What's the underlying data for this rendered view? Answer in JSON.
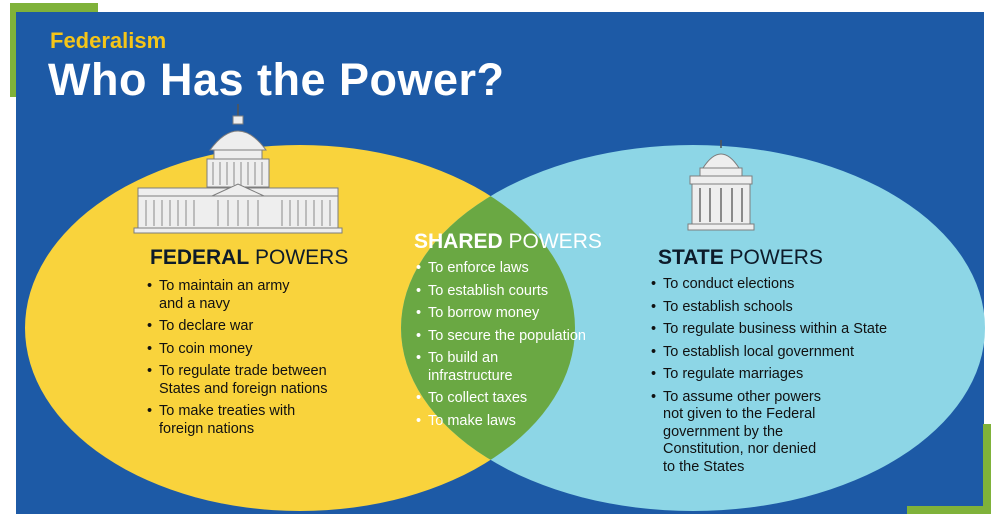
{
  "header": {
    "kicker": "Federalism",
    "title": "Who Has the Power?"
  },
  "federal": {
    "heading_bold": "FEDERAL",
    "heading_rest": " POWERS",
    "icon": "capitol-building-icon",
    "items": [
      "To maintain an army\nand a navy",
      "To declare war",
      "To coin money",
      "To regulate trade between\nStates and foreign nations",
      "To make treaties with\nforeign nations"
    ]
  },
  "shared": {
    "heading_bold": "SHARED",
    "heading_rest": " POWERS",
    "items": [
      "To enforce laws",
      "To establish courts",
      "To borrow money",
      "To secure the population",
      "To build an\ninfrastructure",
      "To collect taxes",
      "To make laws"
    ]
  },
  "state": {
    "heading_bold": "STATE",
    "heading_rest": " POWERS",
    "icon": "state-capitol-icon",
    "items": [
      "To conduct elections",
      "To establish schools",
      "To regulate business within a State",
      "To establish local government",
      "To regulate marriages",
      "To assume other powers\nnot given to the Federal\ngovernment by the\nConstitution, nor denied\nto the States"
    ]
  },
  "colors": {
    "background": "#1d5aa6",
    "federal": "#f9d33c",
    "state": "#8dd6e6",
    "shared": "#6aa843",
    "accent": "#7fb23a",
    "kicker": "#f5c518"
  }
}
